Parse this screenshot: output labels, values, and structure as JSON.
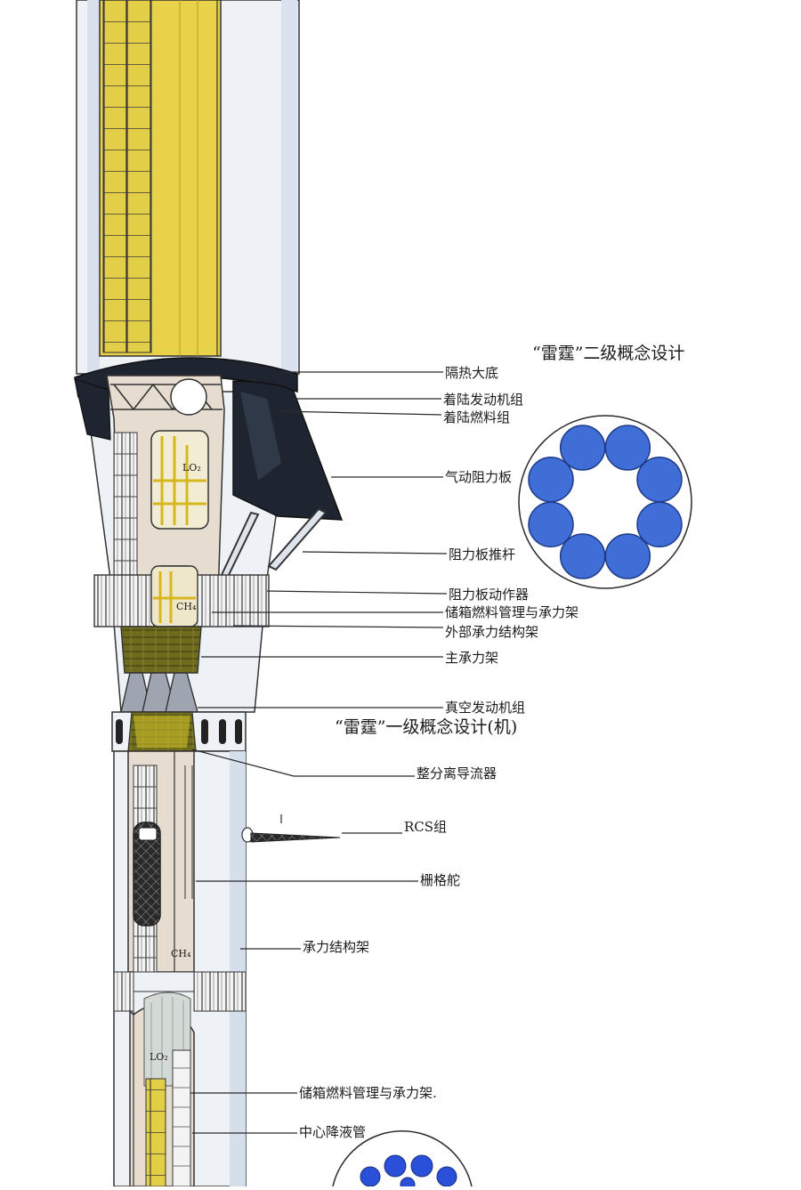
{
  "titles": {
    "stage2": "“雷霆”二级概念设计",
    "stage1": "“雷霆”一级概念设计(机)"
  },
  "labels": [
    "隔热大底",
    "着陆发动机组",
    "着陆燃料组",
    "气动阻力板",
    "阻力板推杆",
    "阻力板动作器",
    "储箱燃料管理与承力架",
    "外部承力结构架",
    "主承力架",
    "真空发动机组",
    "整分离导流器",
    "RCS组",
    "栅格舵",
    "承力结构架",
    "储箱燃料管理与承力架.",
    "中心降液管"
  ],
  "tank_marks": {
    "lox_upper": "LO₂",
    "ch4_upper": "CH₄",
    "ch4_lower": "CH₄",
    "lox_lower": "LO₂"
  },
  "colors": {
    "propellant_yellow": "#e8d24a",
    "heat_shield": "#1f2530",
    "tank_beige": "#e6ddd0",
    "engine_blue": "#3f6fd6",
    "olive_frame": "#6e6a1e",
    "hull_shadow": "#dde4ee"
  }
}
